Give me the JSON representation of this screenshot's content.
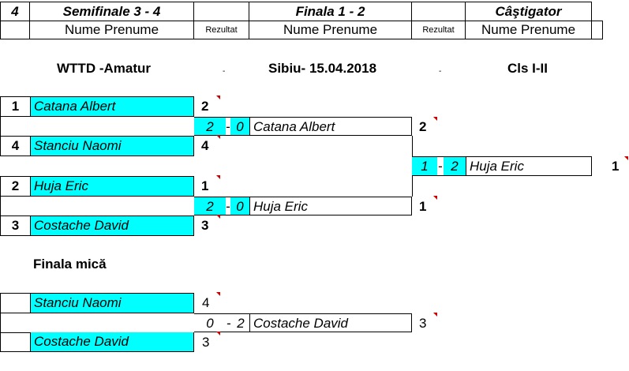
{
  "header": {
    "col_4": "4",
    "semis": "Semifinale 3 - 4",
    "final": "Finala 1 - 2",
    "winner": "Câştigator",
    "name_label": "Nume Prenume",
    "result_label": "Rezultat"
  },
  "info": {
    "event": "WTTD -Amatur",
    "place_date": "Sibiu- 15.04.2018",
    "class": "Cls I-II",
    "sep": "-"
  },
  "bracket": {
    "sf1": {
      "p1": {
        "seed": "1",
        "name": "Catana Albert",
        "score": "2"
      },
      "p2": {
        "seed": "4",
        "name": "Stanciu Naomi",
        "score": "4"
      },
      "set_a": "2",
      "set_b": "0",
      "dash": "-",
      "winner": "Catana Albert",
      "winner_score": "2"
    },
    "sf2": {
      "p1": {
        "seed": "2",
        "name": "Huja Eric",
        "score": "1"
      },
      "p2": {
        "seed": "3",
        "name": "Costache David",
        "score": "3"
      },
      "set_a": "2",
      "set_b": "0",
      "dash": "-",
      "winner": "Huja Eric",
      "winner_score": "1"
    },
    "final": {
      "set_a": "1",
      "set_b": "2",
      "dash": "-",
      "winner": "Huja Eric",
      "place": "1"
    }
  },
  "small_final": {
    "title": "Finala mică",
    "p1": {
      "name": "Stanciu Naomi",
      "score": "4"
    },
    "p2": {
      "name": "Costache David",
      "score": "3"
    },
    "set_a": "0",
    "set_b": "2",
    "dash": "-",
    "winner": "Costache David",
    "winner_score": "3"
  },
  "colors": {
    "cell": "#00ffff",
    "marker": "#cc0000"
  }
}
